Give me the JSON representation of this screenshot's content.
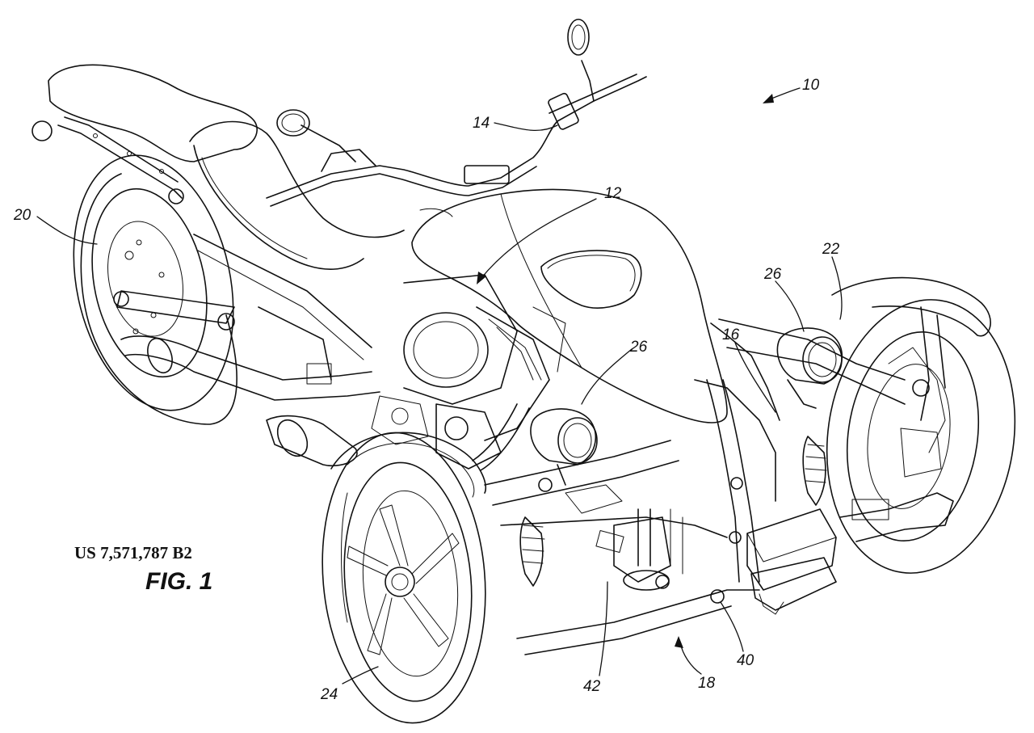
{
  "document": {
    "patent_number": "US 7,571,787 B2",
    "figure_label": "FIG. 1"
  },
  "reference_numerals": {
    "r10": "10",
    "r12": "12",
    "r14": "14",
    "r16": "16",
    "r18": "18",
    "r20": "20",
    "r22": "22",
    "r24": "24",
    "r26a": "26",
    "r26b": "26",
    "r40": "40",
    "r42": "42"
  }
}
